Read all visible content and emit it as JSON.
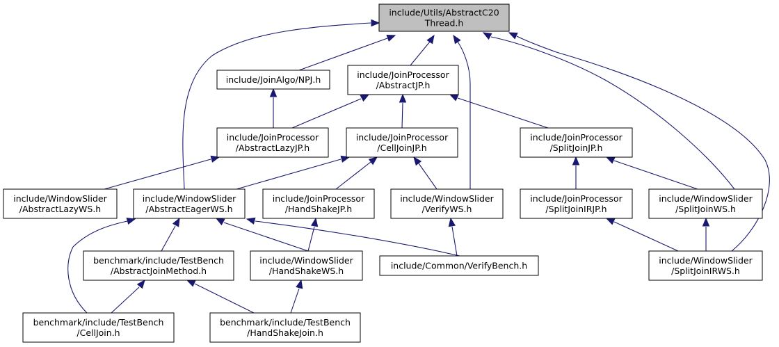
{
  "graph": {
    "nodes": [
      {
        "id": "n0",
        "lines": [
          "include/Utils/AbstractC20",
          "Thread.h"
        ],
        "root": true
      },
      {
        "id": "n1",
        "lines": [
          "include/JoinAlgo/NPJ.h"
        ]
      },
      {
        "id": "n2",
        "lines": [
          "include/JoinProcessor",
          "/AbstractJP.h"
        ]
      },
      {
        "id": "n3",
        "lines": [
          "include/JoinProcessor",
          "/AbstractLazyJP.h"
        ]
      },
      {
        "id": "n4",
        "lines": [
          "include/JoinProcessor",
          "/CellJoinJP.h"
        ]
      },
      {
        "id": "n5",
        "lines": [
          "include/JoinProcessor",
          "/SplitJoinJP.h"
        ]
      },
      {
        "id": "n6",
        "lines": [
          "include/WindowSlider",
          "/AbstractLazyWS.h"
        ]
      },
      {
        "id": "n7",
        "lines": [
          "include/WindowSlider",
          "/AbstractEagerWS.h"
        ]
      },
      {
        "id": "n8",
        "lines": [
          "include/JoinProcessor",
          "/HandShakeJP.h"
        ]
      },
      {
        "id": "n9",
        "lines": [
          "include/WindowSlider",
          "/VerifyWS.h"
        ]
      },
      {
        "id": "n10",
        "lines": [
          "include/JoinProcessor",
          "/SplitJoinIRJP.h"
        ]
      },
      {
        "id": "n11",
        "lines": [
          "include/WindowSlider",
          "/SplitJoinWS.h"
        ]
      },
      {
        "id": "n12",
        "lines": [
          "benchmark/include/TestBench",
          "/AbstractJoinMethod.h"
        ]
      },
      {
        "id": "n13",
        "lines": [
          "include/WindowSlider",
          "/HandShakeWS.h"
        ]
      },
      {
        "id": "n14",
        "lines": [
          "include/Common/VerifyBench.h"
        ]
      },
      {
        "id": "n15",
        "lines": [
          "include/WindowSlider",
          "/SplitJoinIRWS.h"
        ]
      },
      {
        "id": "n16",
        "lines": [
          "benchmark/include/TestBench",
          "/CellJoin.h"
        ]
      },
      {
        "id": "n17",
        "lines": [
          "benchmark/include/TestBench",
          "/HandShakeJoin.h"
        ]
      }
    ],
    "edges": [
      {
        "from": "n1",
        "to": "n0"
      },
      {
        "from": "n2",
        "to": "n0"
      },
      {
        "from": "n7",
        "to": "n0"
      },
      {
        "from": "n9",
        "to": "n0"
      },
      {
        "from": "n11",
        "to": "n0"
      },
      {
        "from": "n15",
        "to": "n0"
      },
      {
        "from": "n3",
        "to": "n1"
      },
      {
        "from": "n3",
        "to": "n2"
      },
      {
        "from": "n4",
        "to": "n2"
      },
      {
        "from": "n5",
        "to": "n2"
      },
      {
        "from": "n6",
        "to": "n3"
      },
      {
        "from": "n7",
        "to": "n4"
      },
      {
        "from": "n8",
        "to": "n4"
      },
      {
        "from": "n9",
        "to": "n4"
      },
      {
        "from": "n10",
        "to": "n5"
      },
      {
        "from": "n11",
        "to": "n5"
      },
      {
        "from": "n12",
        "to": "n7"
      },
      {
        "from": "n13",
        "to": "n7"
      },
      {
        "from": "n14",
        "to": "n7"
      },
      {
        "from": "n16",
        "to": "n7"
      },
      {
        "from": "n13",
        "to": "n8"
      },
      {
        "from": "n14",
        "to": "n9"
      },
      {
        "from": "n15",
        "to": "n10"
      },
      {
        "from": "n15",
        "to": "n11"
      },
      {
        "from": "n16",
        "to": "n12"
      },
      {
        "from": "n17",
        "to": "n12"
      },
      {
        "from": "n17",
        "to": "n13"
      }
    ]
  }
}
